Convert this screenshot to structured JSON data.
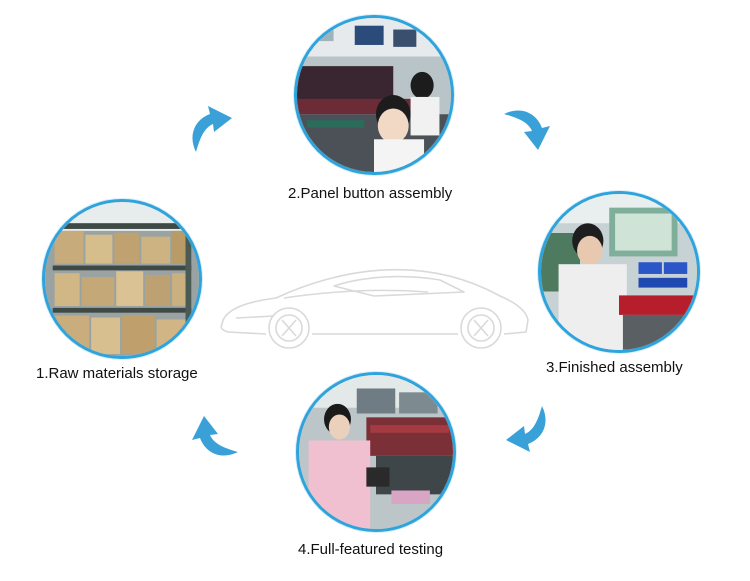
{
  "steps": [
    {
      "label": "1.Raw materials storage",
      "photo": "warehouse-shelves-photo"
    },
    {
      "label": "2.Panel button assembly",
      "photo": "workers-assembling-panels-photo"
    },
    {
      "label": "3.Finished assembly",
      "photo": "worker-at-assembly-bench-photo"
    },
    {
      "label": "4.Full-featured testing",
      "photo": "worker-testing-devices-photo"
    }
  ],
  "decoration": {
    "center_icon": "car-outline-icon",
    "cycle_arrow_icon": "curved-arrow-icon"
  },
  "colors": {
    "ring": "#2ea3dc",
    "arrow": "#3aa0d8",
    "car_outline": "#d9d9d9",
    "text": "#111111"
  }
}
